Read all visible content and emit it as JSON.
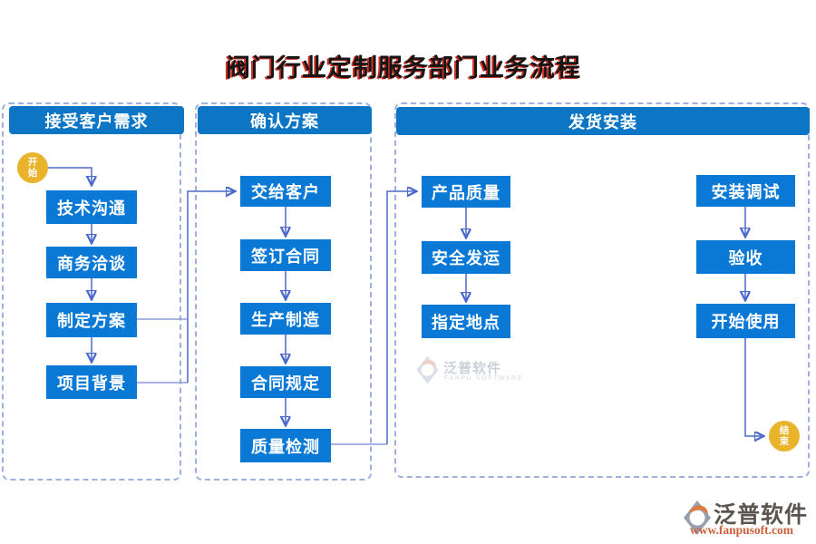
{
  "title": "阀门行业定制服务部门业务流程",
  "columns": [
    {
      "header": "接受客户需求",
      "steps": [
        "技术沟通",
        "商务洽谈",
        "制定方案",
        "项目背景"
      ]
    },
    {
      "header": "确认方案",
      "steps": [
        "交给客户",
        "签订合同",
        "生产制造",
        "合同规定",
        "质量检测"
      ]
    },
    {
      "header": "发货安装",
      "steps_left": [
        "产品质量",
        "安全发运",
        "指定地点"
      ],
      "steps_right": [
        "安装调试",
        "验收",
        "开始使用"
      ]
    }
  ],
  "terminals": {
    "start": "开始",
    "end": "结束"
  },
  "watermark_center": {
    "brand": "泛普软件",
    "subtitle": "FANPU SOFTWARE"
  },
  "watermark_footer": {
    "brand": "泛普软件",
    "url": "www.fanpusoft.com"
  },
  "colors": {
    "step_blue": "#0a79d6",
    "header_blue": "#0d76c4",
    "terminal_yellow": "#e9b32c",
    "connector_blue": "#4b69ca",
    "container_border_blue": "#9fb0e0",
    "title_shadow_red": "#cf2e22",
    "footer_url_orange": "#cd5f3c"
  }
}
